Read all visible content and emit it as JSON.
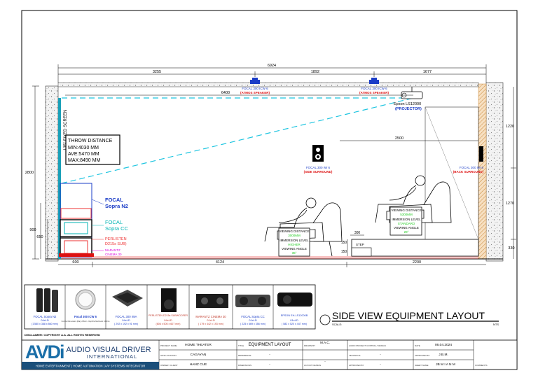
{
  "dimensions": {
    "total_width": "6924",
    "seg_left": "3255",
    "seg_mid": "1892",
    "seg_right": "1677",
    "screen_to_projector": "6400",
    "projector_to_back": "2500",
    "floor_front": "600",
    "floor_mid": "4124",
    "floor_back": "2200",
    "room_height": "2800",
    "right_upper": "1220",
    "right_mid": "1270",
    "right_low": "330",
    "riser_length": "300",
    "riser_h1": "150",
    "riser_h2": "150",
    "left_900": "900",
    "left_650": "650",
    "step_label": "STEP"
  },
  "screen": {
    "label": "135\" FIXED SCREEN"
  },
  "throw_box": {
    "title": "THROW DISTANCE",
    "min": "MIN:4030 MM",
    "ave": "AVE:5470 MM",
    "max": "MAX:8490 MM"
  },
  "projector": {
    "model": "Epson LS12000",
    "role": "(PROJECTOR)"
  },
  "atmos1": {
    "model": "FOCAL 300 ICW 6",
    "role": "(ATMOS SPEAKER)"
  },
  "atmos2": {
    "model": "FOCAL 300 ICW 6",
    "role": "(ATMOS SPEAKER)"
  },
  "side_surround": {
    "model": "FOCAL 300 IW 6",
    "role": "(SIDE SURROUND)"
  },
  "rear_surround": {
    "model": "FOCAL 300 IW 6",
    "role": "(BACK SURROUND)"
  },
  "front_labels": {
    "sopra_n2_1": "FOCAL",
    "sopra_n2_2": "Sopra N2",
    "sopra_cc_1": "FOCAL",
    "sopra_cc_2": "Sopra CC",
    "sub_1": "PERLISTEN",
    "sub_2": "D215s SUB)",
    "amp_1": "MARANTZ",
    "amp_2": "CINEMA 30"
  },
  "row1_info": {
    "l1": "VIEWING DISTANCE",
    "v1": "3000MM",
    "l2": "IMMERSION LEVEL",
    "v2": "HIGHER",
    "l3": "VIEWING ANGLE",
    "v3": "35°"
  },
  "row2_info": {
    "l1": "VIEWING DISTANCE",
    "v1": "5300MM",
    "l2": "IMMERSION LEVEL",
    "v2": "STANDARD",
    "l3": "VIEWING ANGLE",
    "v3": "29°"
  },
  "legend": [
    {
      "name": "FOCAL Sopra N2",
      "qty": "04xLD",
      "dims": "(1'580 x 388 x 860 mm)",
      "color": "#1a3cc7"
    },
    {
      "name": "Focal 300 ICW 6",
      "qty": "Cut-Out Dimensions (Dia): 216mm · Depth behind bezel: 106mm",
      "dims": "",
      "color": "#1a3cc7"
    },
    {
      "name": "FOCAL 300 IWA",
      "qty": "04xLD",
      "dims": "( 292 x 192 x 91 mm)",
      "color": "#1a3cc7"
    },
    {
      "name": "PERLISTEN D215s SUBWOOFER",
      "qty": "04xLD",
      "dims": "(806 x 505 x 607 mm)",
      "color": "#c0392b"
    },
    {
      "name": "MARANTZ CINEMA 30",
      "qty": "01xLD",
      "dims": "( 179 x 442 x 193 mm)",
      "color": "#c0392b"
    },
    {
      "name": "FOCAL Sopra CC",
      "qty": "01xLD",
      "dims": "( 225 x 669 x 356 mm)",
      "color": "#1a3cc7"
    },
    {
      "name": "EPSON EH-LS12000B",
      "qty": "01xLD",
      "dims": "( 582 x 520 x 447 mm)",
      "color": "#1a3cc7"
    }
  ],
  "drawing_title": "SIDE VIEW EQUIPMENT LAYOUT",
  "scale_label": "SCALE:",
  "nts_label": "NTS",
  "disclaimer": "DISCLAIMER: COPYRIGHT A.A. ALL RIGHTS RESERVED",
  "company": {
    "logo": "AVDi",
    "name_1": "AUDIO VISUAL DRIVER",
    "name_2": "INTERNATIONAL",
    "tagline": "HOME ENTERTAINMENT | HOME AUTOMATION | A/V SYSTEMS INTEGRATOR"
  },
  "title_block": {
    "project_name_label": "PROJECT NAME",
    "project_name": "HOME THEATER",
    "site_location_label": "SITE LOCATION",
    "site_location": "CAGAYAN",
    "owner_label": "OWNER / CLIENT",
    "owner": "HANZ CUE",
    "title_label": "TITLE",
    "title": "EQUIPMENT LAYOUT",
    "reference_label": "REFERENCE",
    "reference": "-",
    "dimension_label": "DIMENSIONS",
    "dimension": "-",
    "drawn_label": "DRAWN BY",
    "drawn": "M.A.C.",
    "layout_label": "LAYOUT DESIGN",
    "layout": "-",
    "asst_label": "AUDIO PROJECT COSTING / DESIGN",
    "asst": "",
    "tech_label": "TECHNICAL",
    "tech": "-",
    "approved_label": "APPROVED BY",
    "approved": "-",
    "date_label": "DATE",
    "date": "06.04.2024",
    "checked_label": "APPROVED BY",
    "checked": "J.B.M.",
    "sheet_label": "SHEET NAME",
    "sheet": "JB M I A N M",
    "comments_label": "COMMENTS"
  }
}
